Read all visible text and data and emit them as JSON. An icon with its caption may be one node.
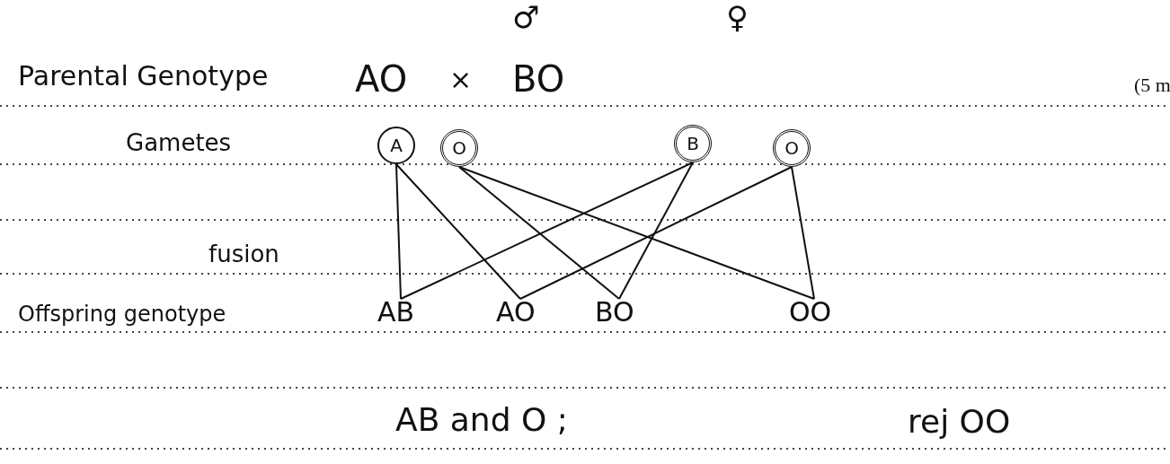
{
  "diagram": {
    "nodes": [
      {
        "text": [
          "A"
        ]
      },
      {
        "text": [
          "O"
        ]
      },
      {
        "text": [
          "B"
        ]
      },
      {
        "text": [
          "O"
        ]
      },
      {
        "text": [
          "AB"
        ]
      },
      {
        "text": [
          "AO"
        ]
      },
      {
        "text": [
          "BO"
        ]
      },
      {
        "text": [
          "OO"
        ]
      }
    ],
    "edges": [
      {
        "from": 0,
        "to": 4,
        "arrow": "none"
      },
      {
        "from": 0,
        "to": 5,
        "arrow": "none"
      },
      {
        "from": 1,
        "to": 6,
        "arrow": "none"
      },
      {
        "from": 1,
        "to": 7,
        "arrow": "none"
      },
      {
        "from": 2,
        "to": 4,
        "arrow": "none"
      },
      {
        "from": 2,
        "to": 6,
        "arrow": "none"
      },
      {
        "from": 3,
        "to": 5,
        "arrow": "none"
      },
      {
        "from": 3,
        "to": 7,
        "arrow": "none"
      }
    ],
    "labels": [
      "♂",
      "♀",
      "Parental Genotype",
      "AO",
      "×",
      "BO",
      "(5 m",
      "Gametes",
      "fusion",
      "Offspring genotype",
      "AB and O ;",
      "rej OO"
    ]
  }
}
